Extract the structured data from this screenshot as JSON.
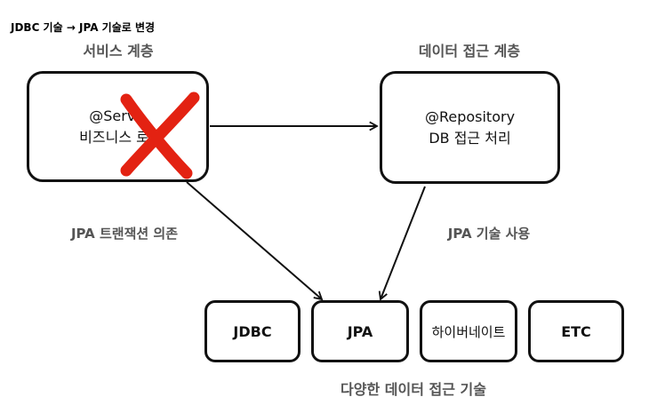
{
  "note": "JDBC 기술 → JPA 기술로 변경",
  "layers": {
    "service": "서비스 계층",
    "repository": "데이터 접근 계층"
  },
  "service_box": {
    "line1": "@Servi",
    "line2": "비즈니스 로"
  },
  "repository_box": {
    "line1": "@Repository",
    "line2": "DB 접근 처리"
  },
  "edge_labels": {
    "service_dependency": "JPA 트랜잭션 의존",
    "repository_usage": "JPA 기술 사용"
  },
  "technologies": [
    {
      "name": "JDBC"
    },
    {
      "name": "JPA"
    },
    {
      "name": "하이버네이트"
    },
    {
      "name": "ETC"
    }
  ],
  "tech_group_label": "다양한 데이터 접근 기술",
  "colors": {
    "cross": "#e32212",
    "stroke": "#111111",
    "label_gray": "#555555"
  },
  "icons": {
    "cross": "red-x-cross-icon"
  }
}
